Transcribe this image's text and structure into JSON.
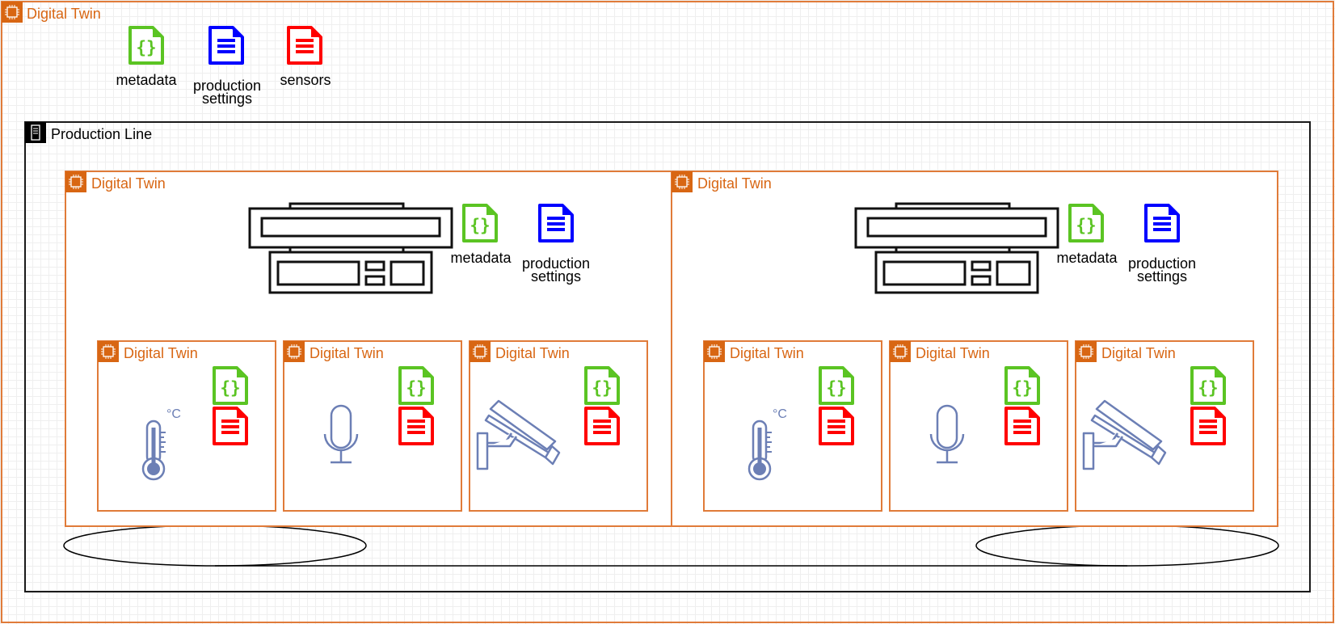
{
  "outer": {
    "title": "Digital Twin"
  },
  "top_files": [
    {
      "label": "metadata",
      "icon": "json-file-icon",
      "color": "#5bc423"
    },
    {
      "label": "production settings",
      "icon": "document-file-icon",
      "color": "#0000ff"
    },
    {
      "label": "sensors",
      "icon": "document-file-icon",
      "color": "#ff0000"
    }
  ],
  "production_line": {
    "title": "Production Line"
  },
  "machines": [
    {
      "title": "Digital Twin",
      "metadata_label": "metadata",
      "settings_label": "production settings",
      "sensors": [
        {
          "title": "Digital Twin",
          "icon": "thermometer-icon",
          "unit": "°C"
        },
        {
          "title": "Digital Twin",
          "icon": "microphone-icon"
        },
        {
          "title": "Digital Twin",
          "icon": "security-camera-icon"
        }
      ]
    },
    {
      "title": "Digital Twin",
      "metadata_label": "metadata",
      "settings_label": "production settings",
      "sensors": [
        {
          "title": "Digital Twin",
          "icon": "thermometer-icon",
          "unit": "°C"
        },
        {
          "title": "Digital Twin",
          "icon": "microphone-icon"
        },
        {
          "title": "Digital Twin",
          "icon": "security-camera-icon"
        }
      ]
    }
  ],
  "colors": {
    "twin_accent": "#d86613",
    "json_file": "#5bc423",
    "settings_file": "#0000ff",
    "sensor_file": "#ff0000",
    "sensor_icon": "#6c7fb5"
  }
}
